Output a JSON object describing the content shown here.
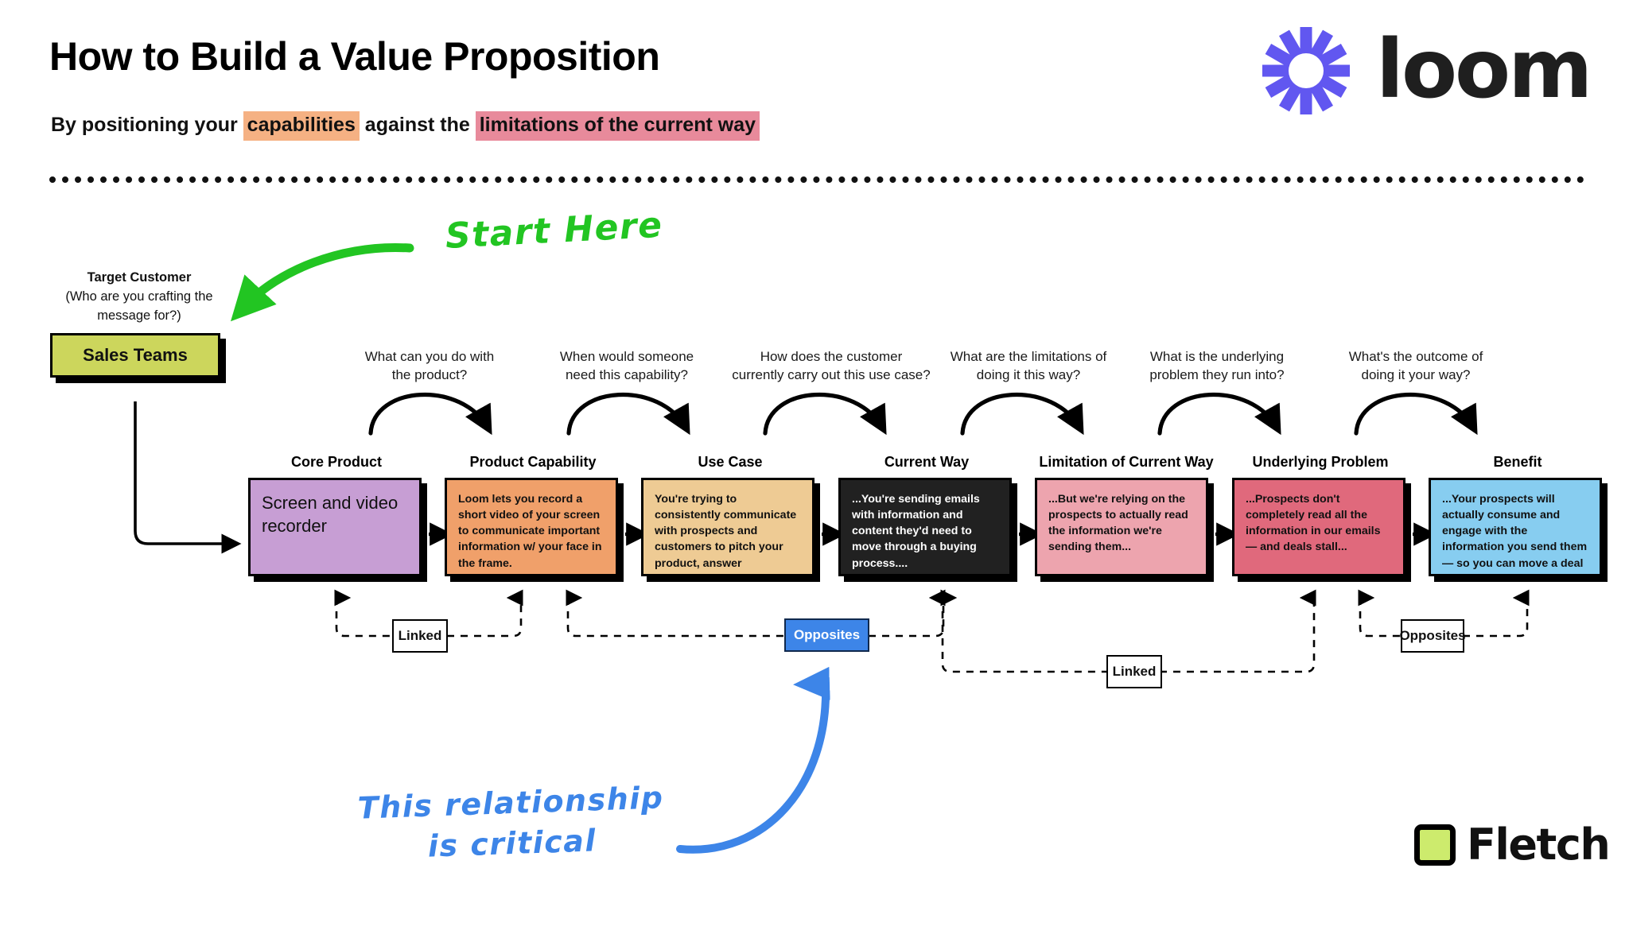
{
  "header": {
    "title": "How to Build a Value Proposition",
    "subtitle_part1": "By positioning your ",
    "subtitle_highlight1": "capabilities",
    "subtitle_part2": " against the ",
    "subtitle_highlight2": "limitations of the current way",
    "highlight1_color": "#f5b183",
    "highlight2_color": "#e88a9b",
    "brand_logo": "loom",
    "brand_logo_color": "#6157f0"
  },
  "annotations": {
    "start_here": "Start Here",
    "start_here_color": "#22c522",
    "critical_line1": "This relationship",
    "critical_line2": "is critical",
    "critical_color": "#3d85e8"
  },
  "target_customer": {
    "label": "Target Customer",
    "question_line1": "(Who are you crafting the",
    "question_line2": "message for?)",
    "value": "Sales Teams",
    "color": "#ccd65c"
  },
  "questions": [
    "What can you do with\nthe product?",
    "When would someone\nneed this capability?",
    "How does the customer\ncurrently carry out this use case?",
    "What are the limitations of\ndoing it this way?",
    "What is the underlying\nproblem they run into?",
    "What's the outcome of\ndoing it your way?"
  ],
  "stages": [
    {
      "label": "Core Product",
      "text": "Screen and video recorder",
      "color": "#c79ed4",
      "text_color": "#111111",
      "size": "big"
    },
    {
      "label": "Product Capability",
      "text": "Loom lets you record a short video of your screen to communicate important information w/ your face in the frame.",
      "color": "#f0a06a",
      "text_color": "#111111",
      "size": "small"
    },
    {
      "label": "Use Case",
      "text": "You're trying to consistently communicate with prospects and customers to pitch your product, answer questions, and move them through your sales process.",
      "color": "#eecb94",
      "text_color": "#111111",
      "size": "small"
    },
    {
      "label": "Current Way",
      "text": "...You're sending emails with information and content they'd need to move through a buying process....",
      "color": "#212121",
      "text_color": "#ffffff",
      "size": "small"
    },
    {
      "label": "Limitation of Current Way",
      "text": "...But we're relying on the prospects to actually read the information we're sending them...",
      "color": "#eda4ae",
      "text_color": "#111111",
      "size": "small"
    },
    {
      "label": "Underlying Problem",
      "text": "...Prospects don't completely read all the information in our emails — and deals stall...",
      "color": "#e0697c",
      "text_color": "#111111",
      "size": "small"
    },
    {
      "label": "Benefit",
      "text": "...Your prospects will actually consume and engage with the information you send them — so you can move a deal forward..",
      "color": "#87cdf0",
      "text_color": "#111111",
      "size": "small"
    }
  ],
  "relationships": [
    {
      "label": "Linked",
      "style": "plain",
      "from": "Core Product",
      "to": "Use Case"
    },
    {
      "label": "Opposites",
      "style": "blue",
      "from": "Product Capability",
      "to": "Current Way"
    },
    {
      "label": "Linked",
      "style": "plain",
      "from": "Current Way",
      "to": "Underlying Problem"
    },
    {
      "label": "Opposites",
      "style": "plain",
      "from": "Underlying Problem",
      "to": "Benefit"
    }
  ],
  "footer": {
    "company": "Fletch",
    "swatch_color": "#cdeb6d"
  }
}
